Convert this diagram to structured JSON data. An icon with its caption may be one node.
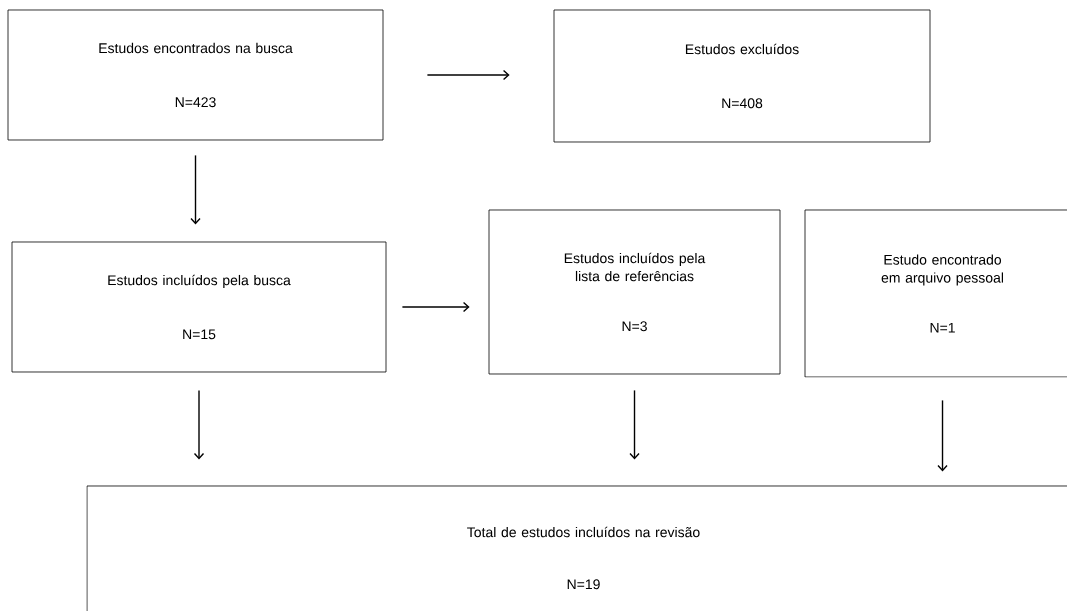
{
  "diagram": {
    "nodes": [
      {
        "text": [
          "Estudos encontrados na busca",
          "N=423"
        ]
      },
      {
        "text": [
          "Estudos excluídos",
          "N=408"
        ]
      },
      {
        "text": [
          "Estudos incluídos pela busca",
          "N=15"
        ]
      },
      {
        "text": [
          "Estudos incluídos pela lista de referências",
          "N=3"
        ]
      },
      {
        "text": [
          "Estudo encontrado em arquivo pessoal",
          "N=1"
        ]
      },
      {
        "text": [
          "Total de estudos incluídos na revisão",
          "N=19"
        ]
      }
    ],
    "edges": [
      {
        "from": 0,
        "to": 1,
        "arrow": "to"
      },
      {
        "from": 0,
        "to": 2,
        "arrow": "to"
      },
      {
        "from": 2,
        "to": 3,
        "arrow": "to"
      },
      {
        "from": 2,
        "to": 5,
        "arrow": "to"
      },
      {
        "from": 3,
        "to": 5,
        "arrow": "to"
      },
      {
        "from": 4,
        "to": 5,
        "arrow": "to"
      }
    ]
  }
}
